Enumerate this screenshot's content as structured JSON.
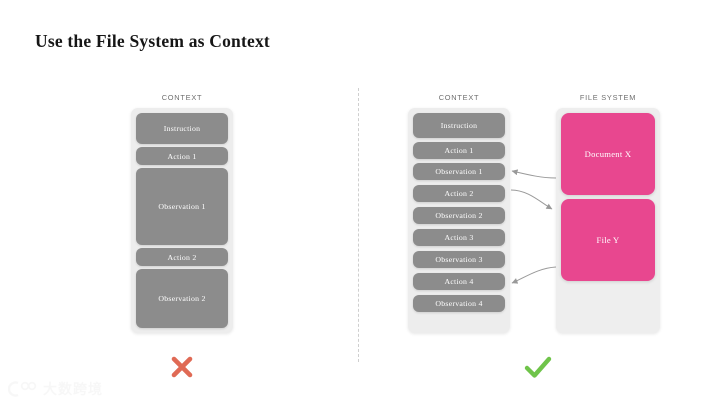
{
  "slide": {
    "title": "Use the File System as Context",
    "background_color": "#ffffff"
  },
  "colors": {
    "block_gray": "#8c8c8c",
    "panel_gray": "#ededed",
    "file_pink": "#e8478f",
    "cross_red": "#e06a55",
    "check_green": "#6fc44a",
    "label_gray": "#6f6f6f",
    "connector_gray": "#999999",
    "divider_gray": "#cfcfcf"
  },
  "left_example": {
    "verdict": "cross",
    "verdict_icon": "cross-icon",
    "context": {
      "label": "CONTEXT",
      "blocks": [
        {
          "label": "Instruction",
          "size": "medium"
        },
        {
          "label": "Action 1",
          "size": "small"
        },
        {
          "label": "Observation 1",
          "size": "large"
        },
        {
          "label": "Action 2",
          "size": "small"
        },
        {
          "label": "Observation 2",
          "size": "large"
        }
      ]
    }
  },
  "right_example": {
    "verdict": "check",
    "verdict_icon": "check-icon",
    "context": {
      "label": "CONTEXT",
      "blocks": [
        {
          "label": "Instruction"
        },
        {
          "label": "Action 1"
        },
        {
          "label": "Observation 1"
        },
        {
          "label": "Action 2"
        },
        {
          "label": "Observation 2"
        },
        {
          "label": "Action 3"
        },
        {
          "label": "Observation 3"
        },
        {
          "label": "Action 4"
        },
        {
          "label": "Observation 4"
        }
      ]
    },
    "file_system": {
      "label": "FILE SYSTEM",
      "files": [
        {
          "label": "Document X"
        },
        {
          "label": "File Y"
        }
      ]
    },
    "connections": [
      {
        "from": "Document X",
        "to": "Observation 1",
        "direction": "to-context"
      },
      {
        "from": "Action 2",
        "to": "File Y",
        "direction": "to-file"
      },
      {
        "from": "File Y",
        "to": "Action 4",
        "direction": "to-context"
      }
    ]
  },
  "watermark": {
    "text": "大数跨境",
    "logo_icon": "brand-logo-icon"
  }
}
